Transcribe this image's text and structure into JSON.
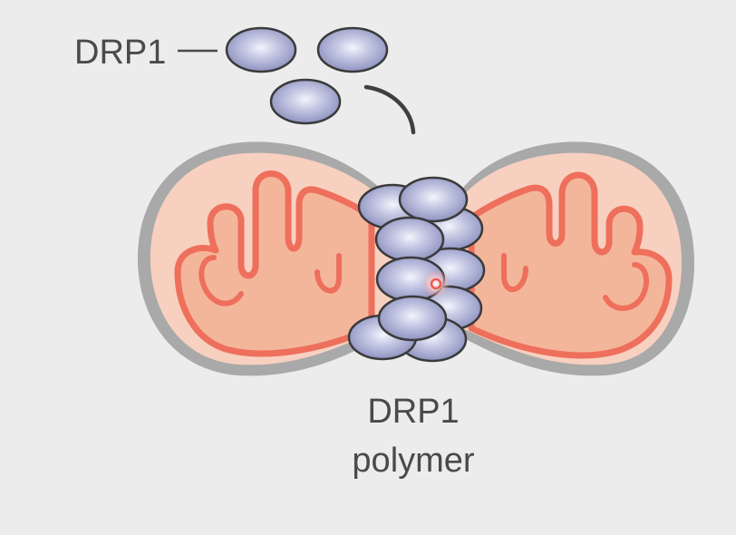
{
  "labels": {
    "monomer_label": "DRP1",
    "polymer_label_line1": "DRP1",
    "polymer_label_line2": "polymer"
  },
  "colors": {
    "background": "#ececec",
    "outer_membrane": "#a9a9a9",
    "matrix_outer": "#f7d0c0",
    "matrix_inner": "#f3b69b",
    "cristae_line": "#ee6f5b",
    "drp1_fill_light": "#eceef8",
    "drp1_fill_dark": "#8a8fbd",
    "drp1_stroke": "#3a3a3a",
    "text": "#4a4a4a"
  },
  "icons": {
    "curved_arrow": "curved-arrow-icon",
    "drp1_monomer": "drp1-monomer-icon",
    "mitochondrion": "mitochondrion-icon"
  }
}
